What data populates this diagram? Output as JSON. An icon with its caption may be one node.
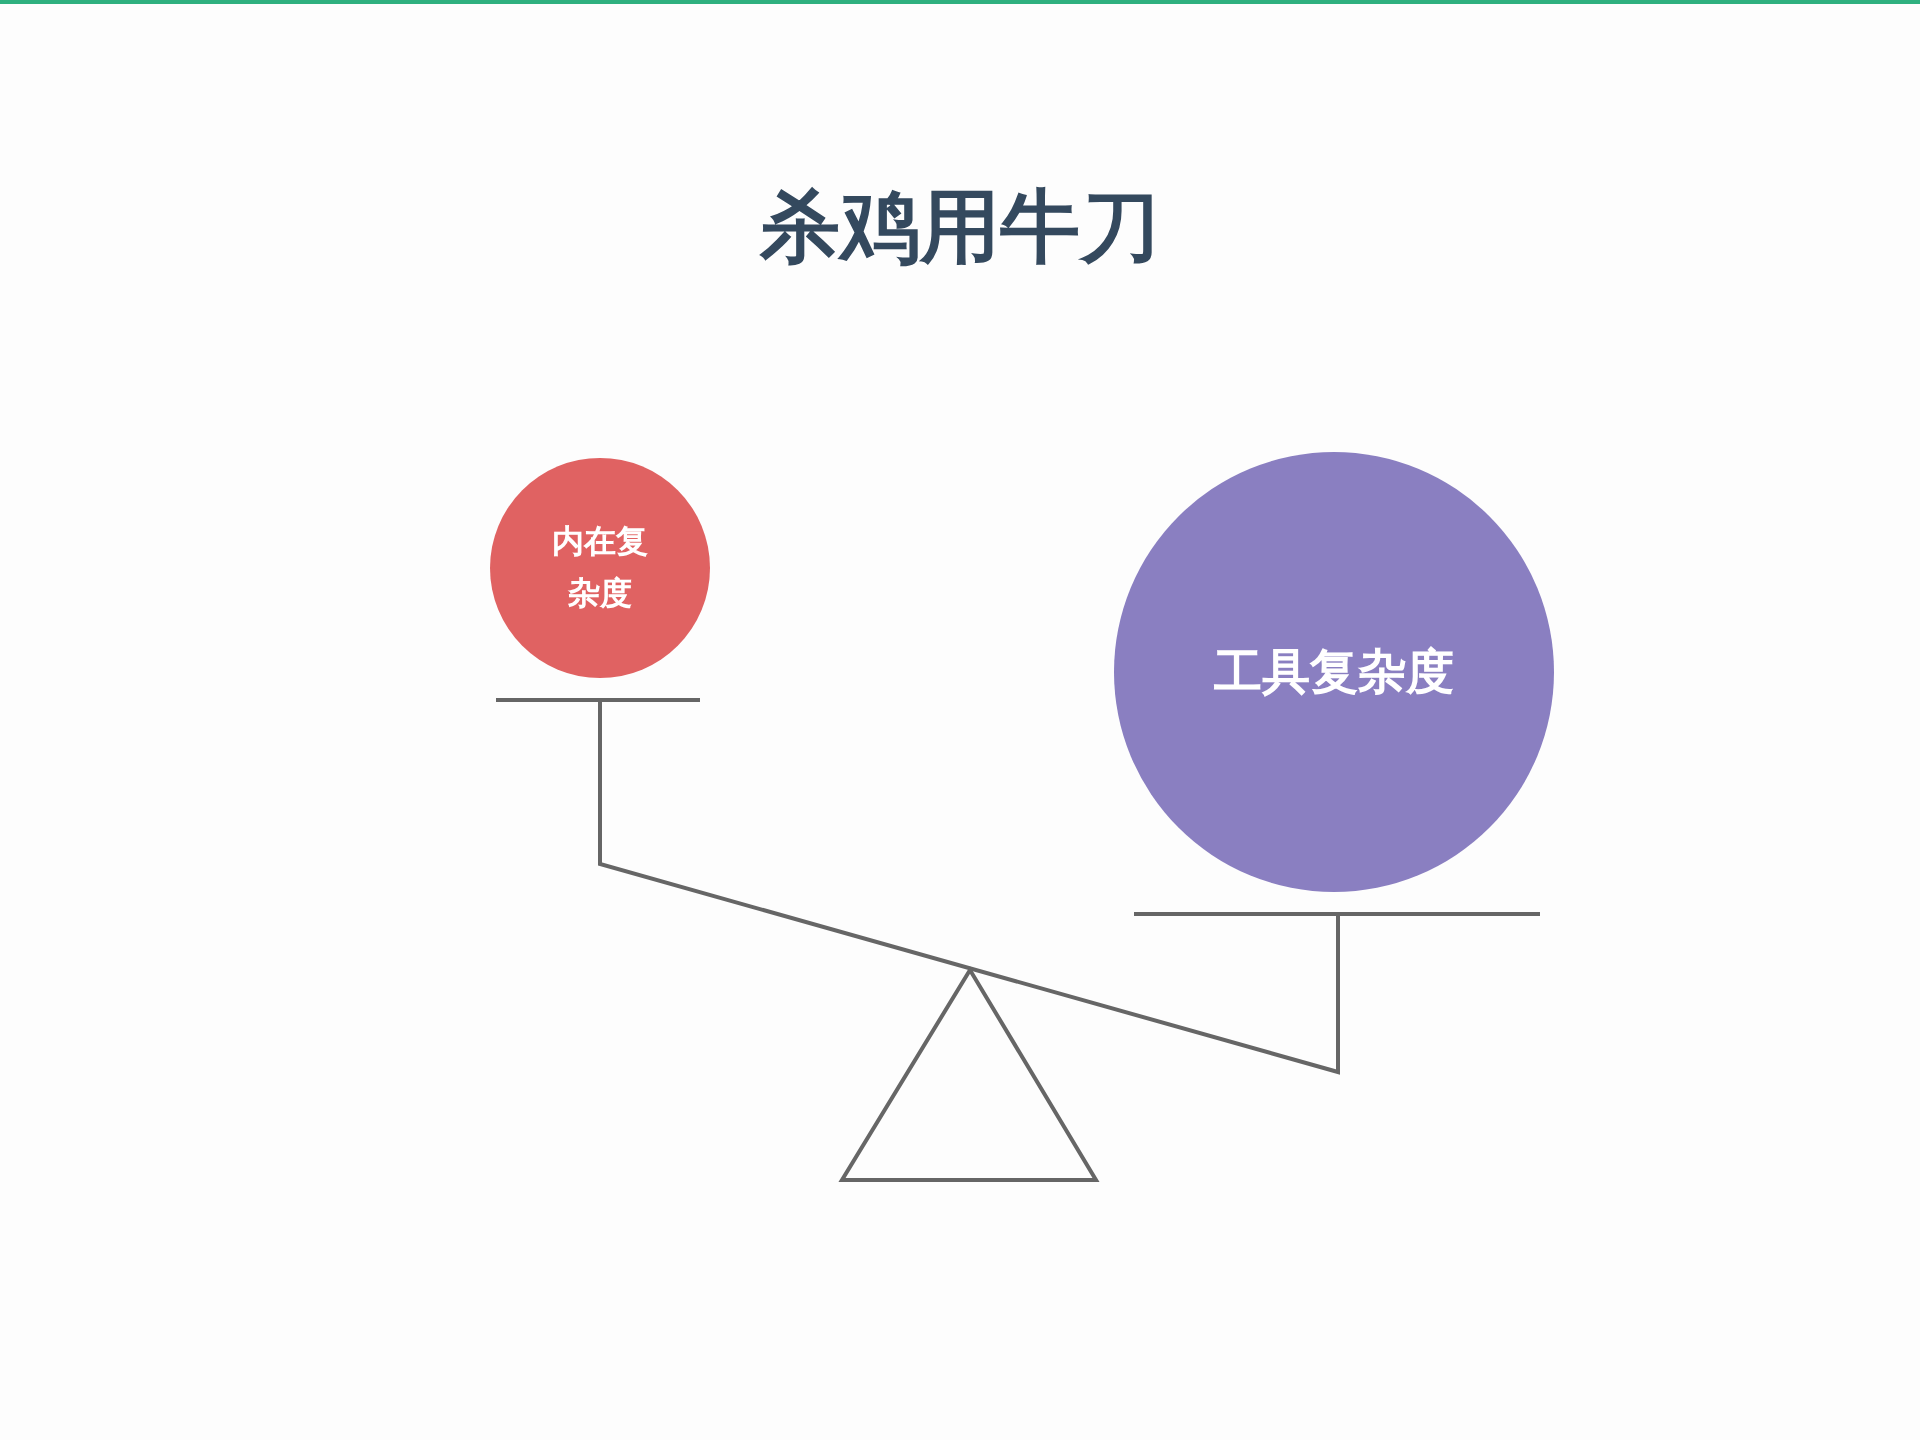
{
  "diagram": {
    "title": "杀鸡用牛刀",
    "nodes": [
      {
        "text": [
          "内在复杂度"
        ]
      },
      {
        "text": [
          "工具复杂度"
        ]
      }
    ]
  }
}
